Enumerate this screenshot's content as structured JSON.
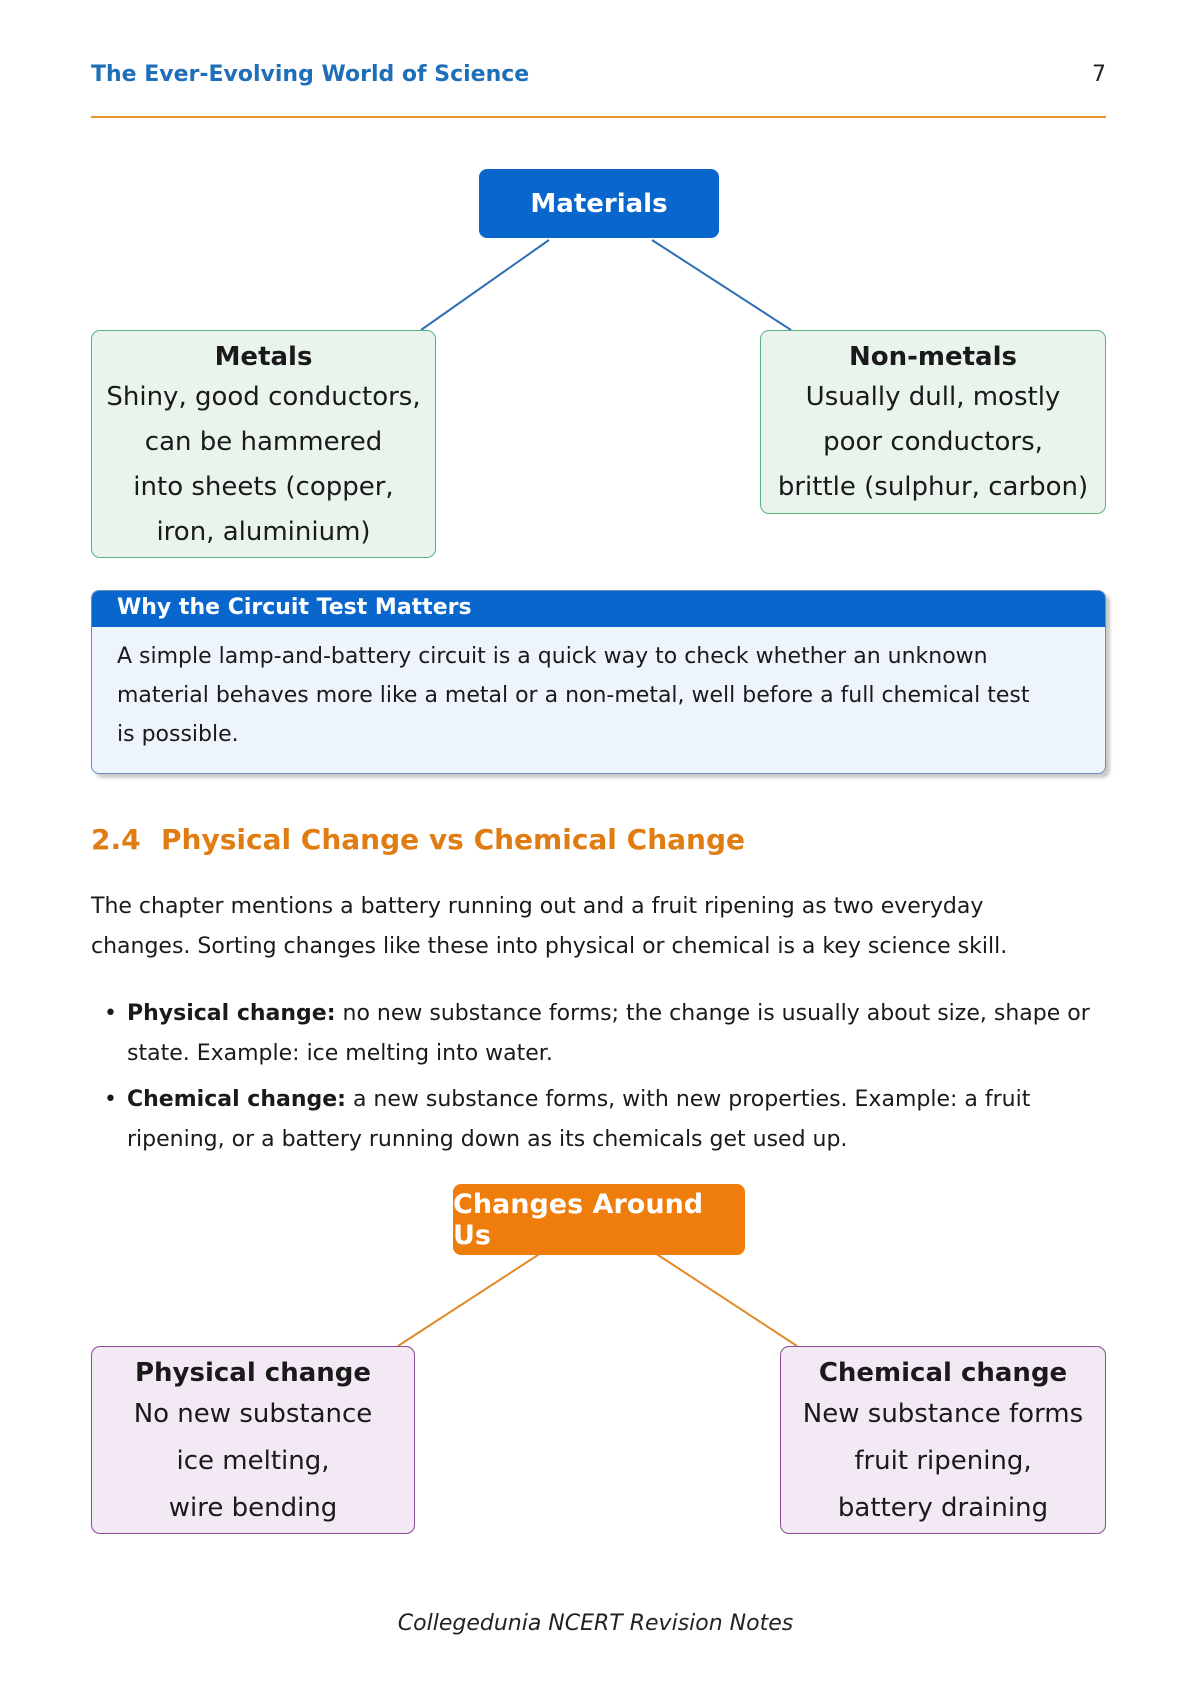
{
  "header": {
    "running_title": "The Ever-Evolving World of Science",
    "page_number": "7"
  },
  "materials_map": {
    "root": "Materials",
    "metals": {
      "title": "Metals",
      "lines": [
        "Shiny, good conductors,",
        "can be hammered",
        "into sheets (copper,",
        "iron, aluminium)"
      ]
    },
    "nonmetals": {
      "title": "Non-metals",
      "lines": [
        "Usually dull, mostly",
        "poor conductors,",
        "brittle (sulphur, carbon)"
      ]
    }
  },
  "callout": {
    "title": "Why the Circuit Test Matters",
    "lines": [
      "A simple lamp-and-battery circuit is a quick way to check whether an unknown",
      "material behaves more like a metal or a non-metal, well before a full chemical test",
      "is possible."
    ]
  },
  "section": {
    "number": "2.4",
    "title": "Physical Change vs Chemical Change"
  },
  "intro_paragraph": {
    "lines": [
      "The chapter mentions a battery running out and a fruit ripening as two everyday",
      "changes. Sorting changes like these into physical or chemical is a key science skill."
    ]
  },
  "bullets": [
    {
      "term": "Physical change:",
      "lines": [
        " no new substance forms; the change is usually about size, shape or",
        "state. Example: ice melting into water."
      ]
    },
    {
      "term": "Chemical change:",
      "lines": [
        " a new substance forms, with new properties. Example: a fruit",
        "ripening, or a battery running down as its chemicals get used up."
      ]
    }
  ],
  "changes_map": {
    "root": "Changes Around Us",
    "physical": {
      "title": "Physical change",
      "lines": [
        "No new substance",
        "ice melting,",
        "wire bending"
      ]
    },
    "chemical": {
      "title": "Chemical change",
      "lines": [
        "New substance forms",
        "fruit ripening,",
        "battery draining"
      ]
    }
  },
  "footer": {
    "text": "Collegedunia NCERT Revision Notes"
  },
  "colors": {
    "blue_accent": "#0866cc",
    "orange_accent": "#ee7d0b",
    "green_box": "#e8f4ec",
    "purple_box": "#f2e9f5"
  }
}
